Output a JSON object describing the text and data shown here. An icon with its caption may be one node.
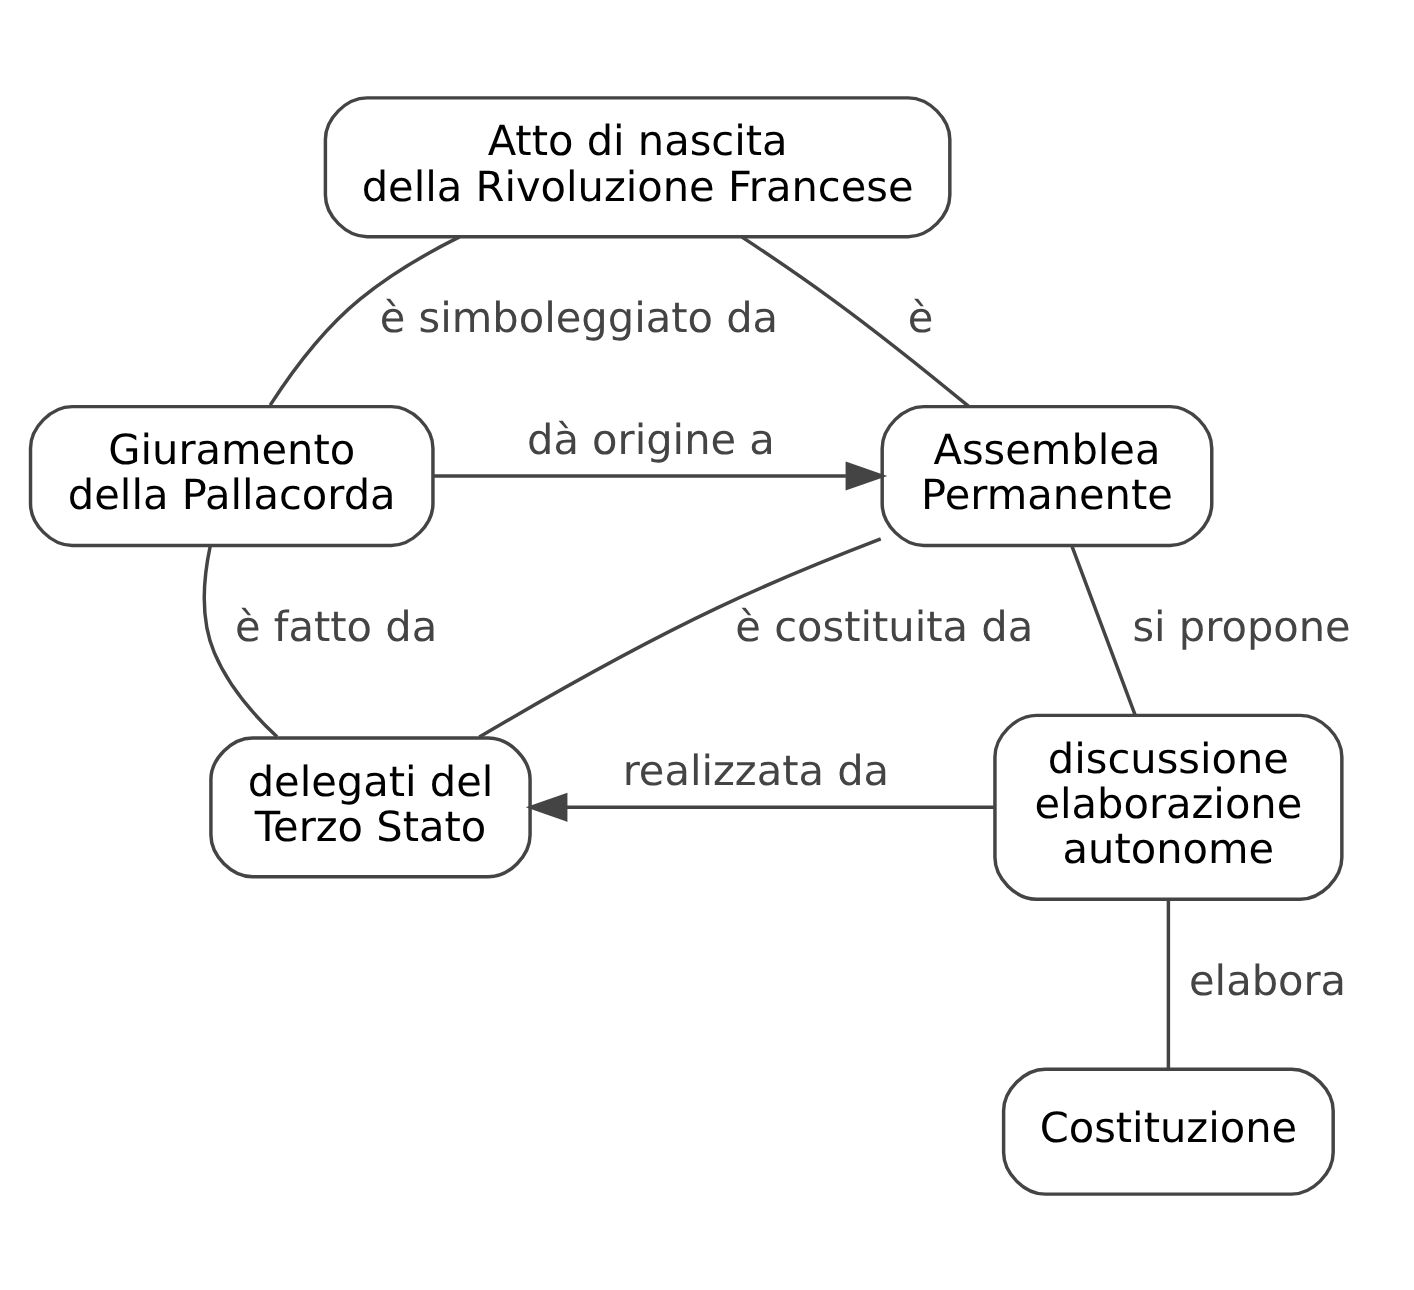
{
  "diagram": {
    "nodes": [
      {
        "text": [
          "Atto di nascita della Rivoluzione Francese"
        ]
      },
      {
        "text": [
          "Giuramento della Pallacorda"
        ]
      },
      {
        "text": [
          "Assemblea Permanente"
        ]
      },
      {
        "text": [
          "delegati del Terzo Stato"
        ]
      },
      {
        "text": [
          "discussione elaborazione autonome"
        ]
      },
      {
        "text": [
          "Costituzione"
        ]
      }
    ],
    "edges": [
      {
        "from": 0,
        "to": 1,
        "arrow": "none",
        "label": "è simboleggiato da"
      },
      {
        "from": 0,
        "to": 2,
        "arrow": "none",
        "label": "è"
      },
      {
        "from": 1,
        "to": 2,
        "arrow": "to",
        "label": "dà origine a"
      },
      {
        "from": 1,
        "to": 3,
        "arrow": "none",
        "label": "è fatto da"
      },
      {
        "from": 2,
        "to": 3,
        "arrow": "none",
        "label": "è costituita da"
      },
      {
        "from": 2,
        "to": 4,
        "arrow": "none",
        "label": "si propone"
      },
      {
        "from": 4,
        "to": 3,
        "arrow": "to",
        "label": "realizzata da"
      },
      {
        "from": 4,
        "to": 5,
        "arrow": "none",
        "label": "elabora"
      }
    ]
  }
}
